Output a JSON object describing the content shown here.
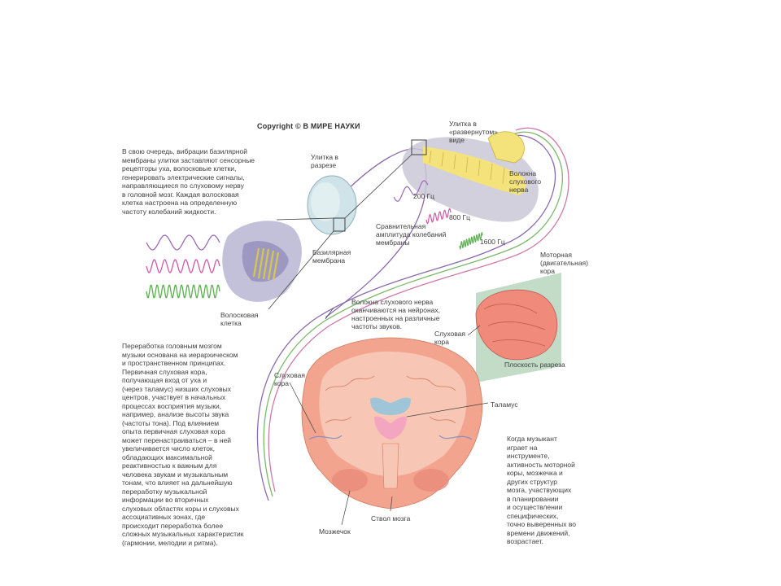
{
  "copyright": "Copyright © В МИРЕ НАУКИ",
  "texts": {
    "intro": "В свою очередь, вибрации базилярной\nмембраны улитки заставляют сенсорные\nрецепторы уха, волосковые клетки,\nгенерировать электрические сигналы,\nнаправляющиеся по слуховому нерву\nв головной мозг. Каждая волосковая\nклетка настроена на определенную\nчастоту колебаний жидкости.",
    "processing": "Переработка головным мозгом\nмузыки основана на иерархическом\nи пространственном принципах.\nПервичная слуховая кора,\nполучающая вход от уха и\n(через таламус) низших слуховых\nцентров, участвует в начальных\nпроцессах восприятия музыки,\nнапример, анализе высоты звука\n(частоты тона). Под влиянием\nопыта первичная слуховая кора\nможет перенастраиваться – в ней\nувеличивается число клеток,\nобладающих максимальной\nреактивностью к важным для\nчеловека звукам и музыкальным\nтонам, что влияет на дальнейшую\nпереработку музыкальной\nинформации во вторичных\nслуховых областях коры и слуховых\nассоциативных зонах, где\nпроисходит переработка более\nсложных музыкальных характеристик\n(гармонии, мелодии и ритма).",
    "musician": "Когда музыкант\nиграет на\nинструменте,\nактивность моторной\nкоры, мозжечка и\nдругих структур\nмозга, участвующих\nв планировании\nи осуществлении\nспецифических,\nточно выверенных во\nвремени движений,\nвозрастает."
  },
  "labels": {
    "cochlea_section": "Улитка в\nразрезе",
    "cochlea_unrolled": "Улитка в\n«развернутом»\nвиде",
    "nerve_fibers": "Волокна\nслухового\nнерва",
    "freq_200": "200 Гц",
    "freq_800": "800 Гц",
    "freq_1600": "1600 Гц",
    "amplitude": "Сравнительная\nамплитуда колебаний\nмембраны",
    "basilar": "Базилярная\nмембрана",
    "hair_cell": "Волосковая\nклетка",
    "motor_cortex": "Моторная\n(двигательная)\nкора",
    "nerve_endings": "Волокна слухового нерва\nоканчиваются на нейронах,\nнастроенных на различные\nчастоты звуков.",
    "auditory_cortex_top": "Слуховая\nкора",
    "section_plane": "Плоскость разреза",
    "auditory_cortex_left": "Слуховая\nкора",
    "thalamus": "Таламус",
    "brainstem": "Ствол мозга",
    "cerebellum": "Мозжечок"
  },
  "colors": {
    "tissue_pink": "#f2a48e",
    "tissue_light": "#f7c6b4",
    "brain_pink": "#f08a7a",
    "thalamus": "#f4a6c0",
    "ventricle": "#9ec6d8",
    "cochlea_yellow": "#f4e27a",
    "cochlea_grey": "#c9c8d6",
    "wave_purple": "#9a6bb5",
    "wave_magenta": "#d05aa8",
    "wave_green": "#5cb050",
    "fiber_purple": "#8a6bb0",
    "fiber_green": "#7bb86a",
    "fiber_pink": "#d07aa8",
    "plane_green": "#8fbf9a"
  }
}
